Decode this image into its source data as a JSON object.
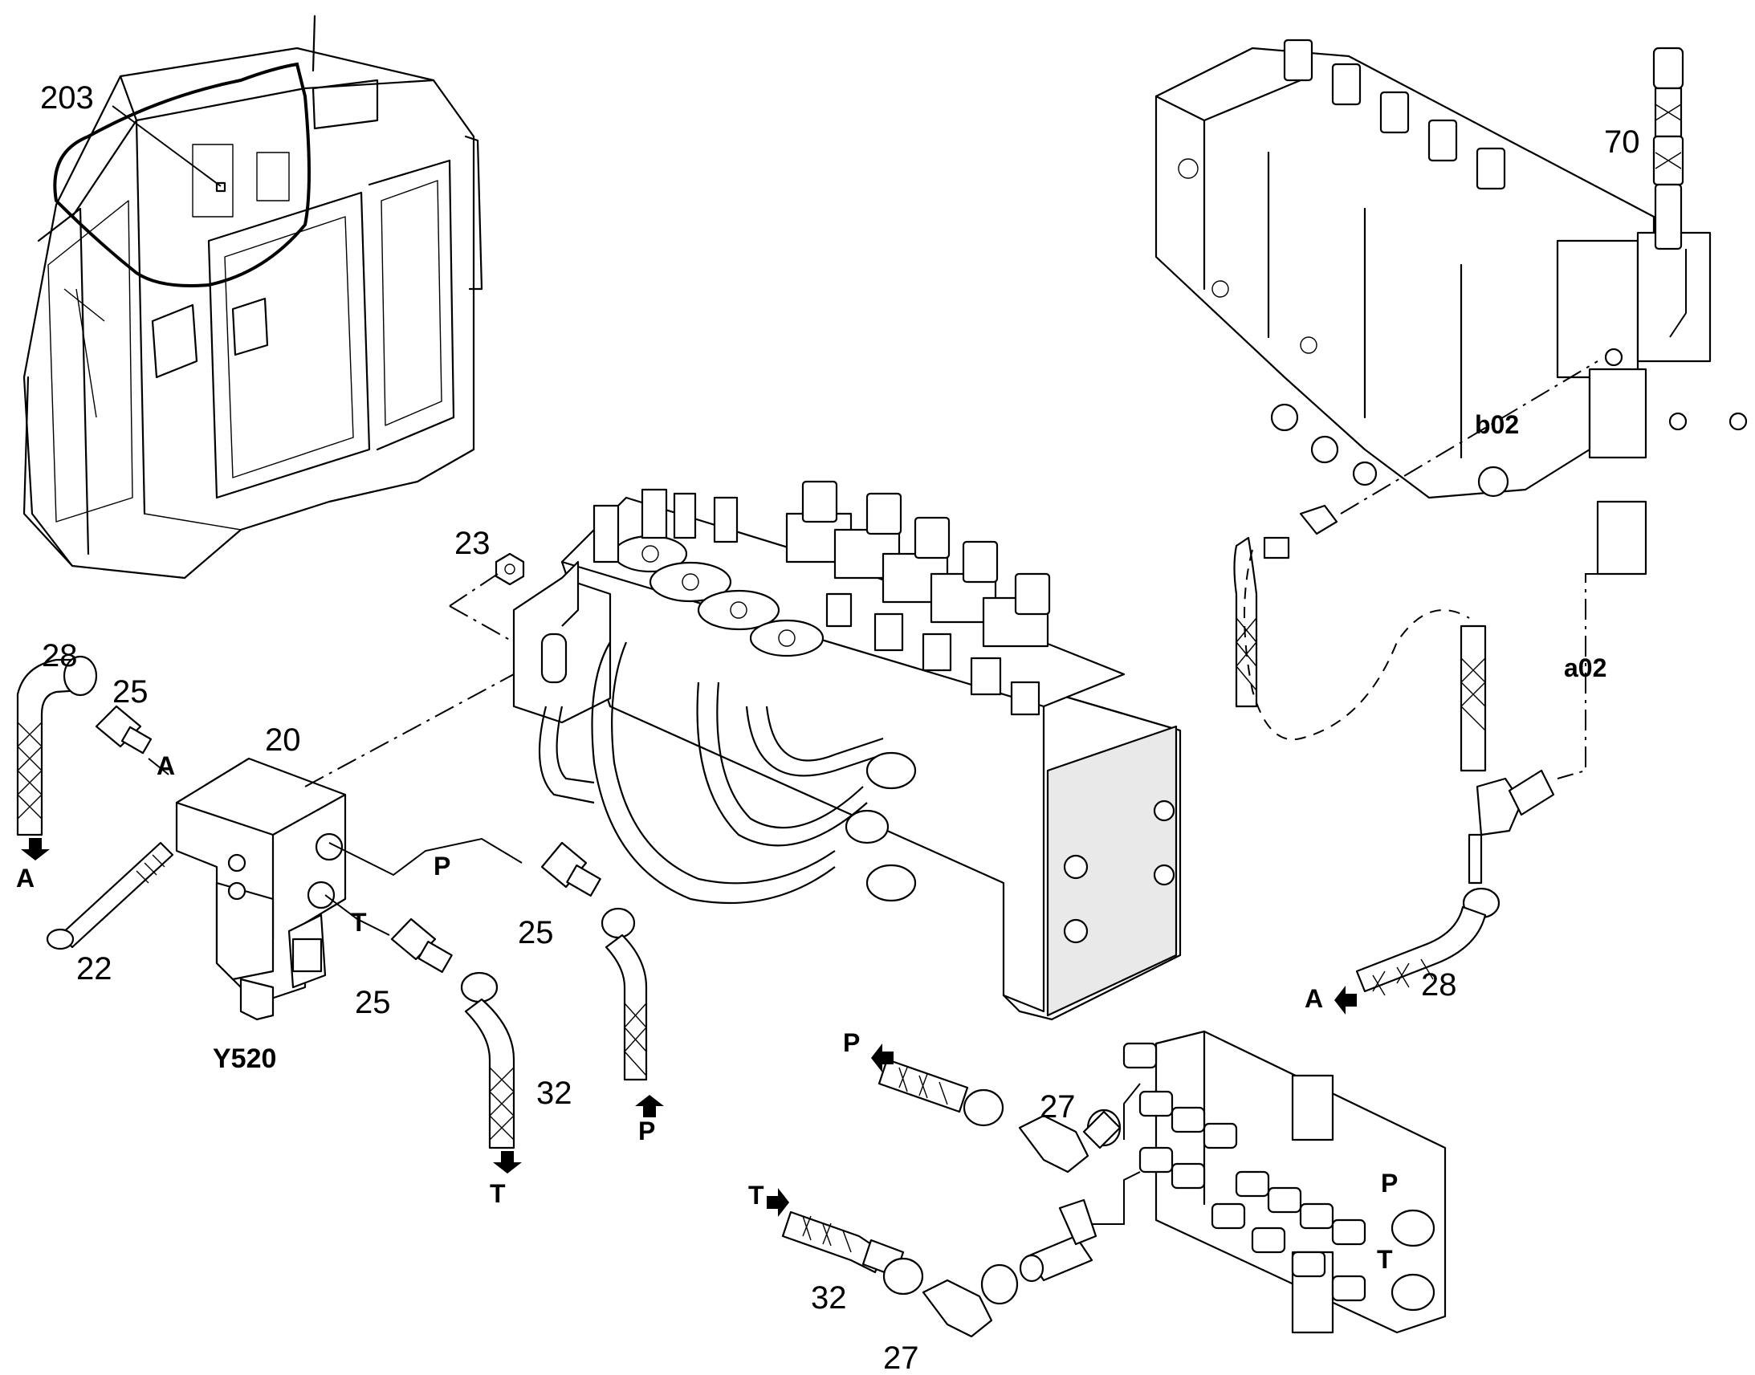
{
  "callouts": {
    "c203": "203",
    "c70": "70",
    "c23": "23",
    "c28_left": "28",
    "c25_left": "25",
    "c20": "20",
    "c22": "22",
    "c25_mid": "25",
    "c25_low": "25",
    "c32_mid": "32",
    "c28_right": "28",
    "c27_top": "27",
    "c32_low": "32",
    "c27_low": "27"
  },
  "port_labels": {
    "b02": "b02",
    "a02": "a02",
    "A_valve": "A",
    "A_left_end": "A",
    "A_right_end": "A",
    "P_valve": "P",
    "T_valve": "T",
    "T_hose_end": "T",
    "P_hose_end": "P",
    "P_manifold_hose": "P",
    "T_manifold_hose": "T",
    "P_manifold": "P",
    "T_manifold": "T"
  },
  "component_labels": {
    "solenoid": "Y520"
  }
}
